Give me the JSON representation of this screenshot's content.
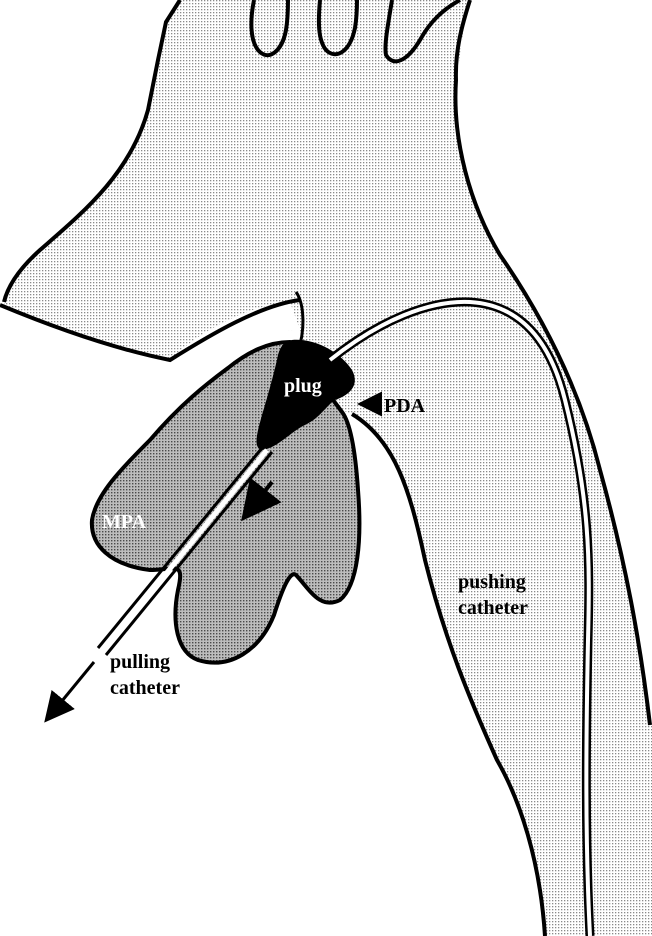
{
  "labels": {
    "plug": "plug",
    "pda": "PDA",
    "mpa": "MPA",
    "pushing_line1": "pushing",
    "pushing_line2": "catheter",
    "pulling_line1": "pulling",
    "pulling_line2": "catheter"
  },
  "colors": {
    "ink": "#000000",
    "aorta_fill": "#d9d9d9",
    "mpa_fill": "#a6a6a6",
    "plug_fill": "#000000",
    "plug_text": "#ffffff",
    "background": "#ffffff"
  }
}
